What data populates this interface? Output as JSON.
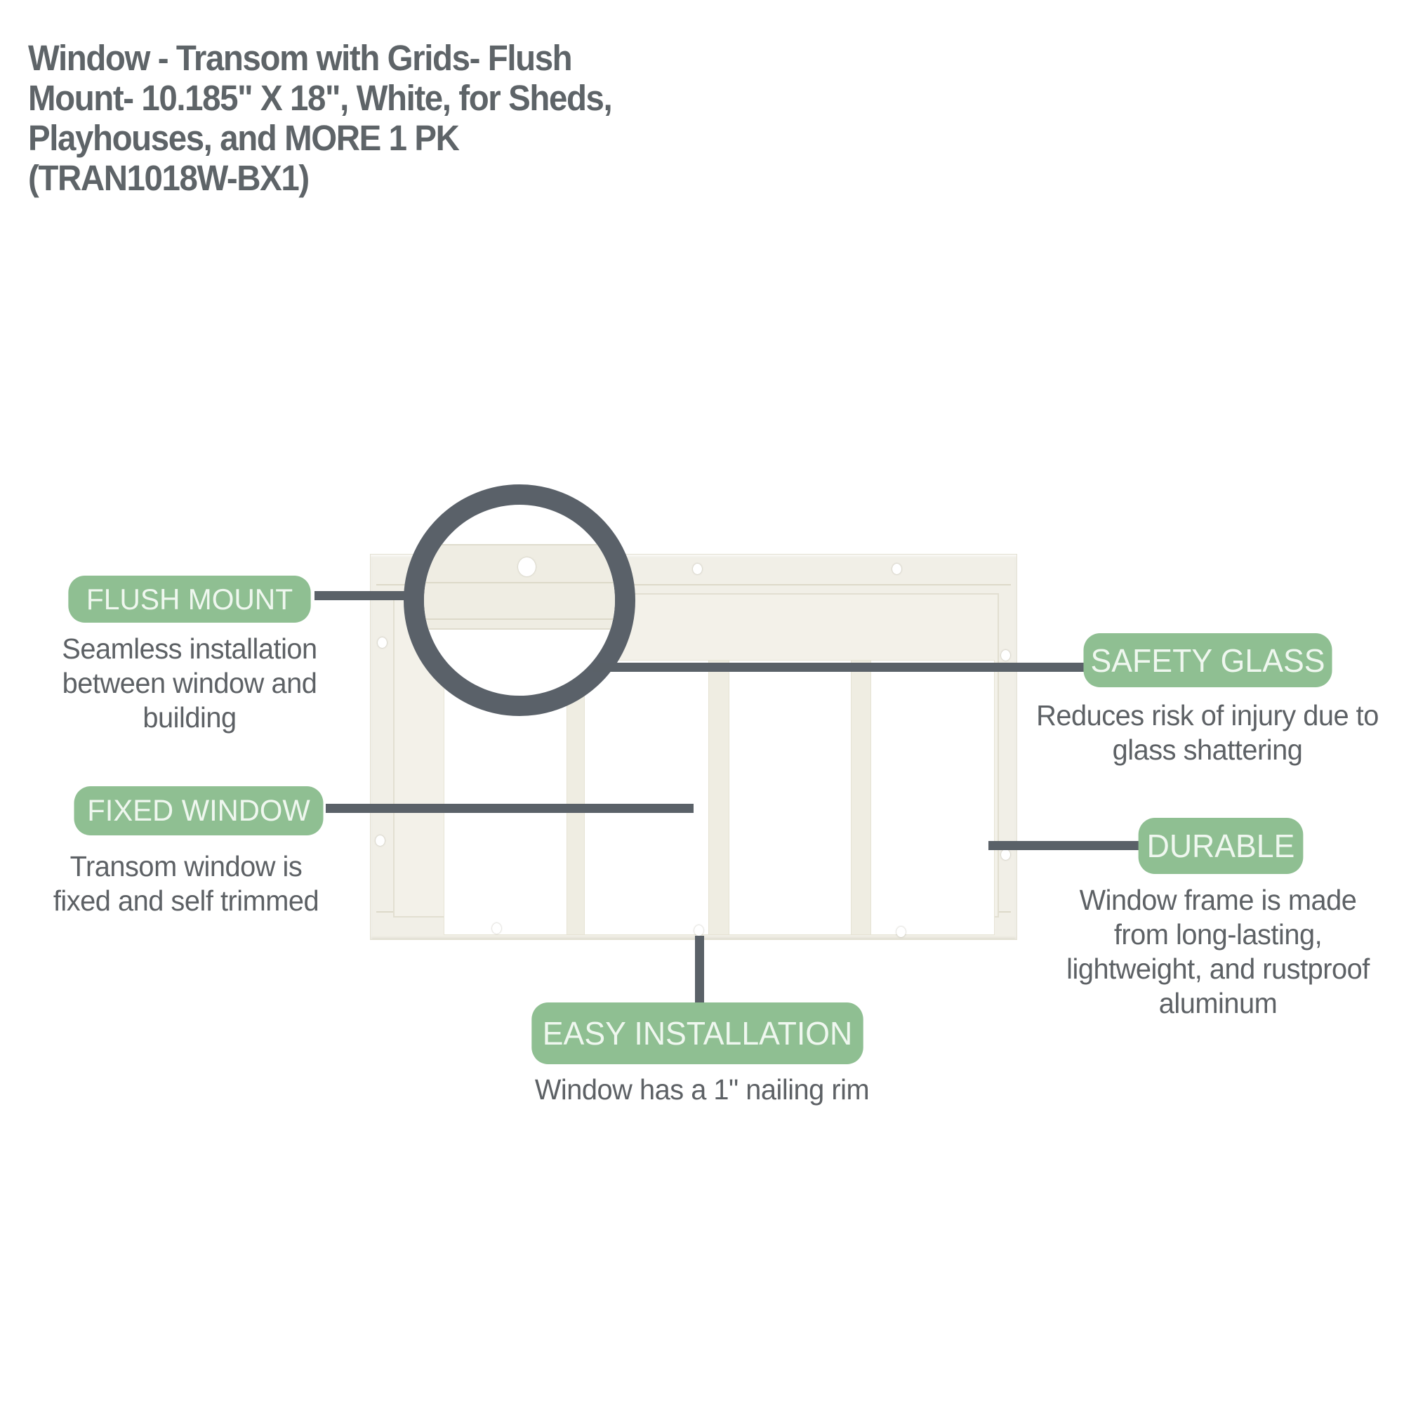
{
  "title": "Window - Transom with Grids- Flush\nMount- 10.185\" X 18\", White, for Sheds,\nPlayhouses, and MORE 1 PK\n(TRAN1018W-BX1)",
  "callouts": {
    "flush_mount": {
      "label": "FLUSH MOUNT",
      "description": "Seamless installation\nbetween window and\nbuilding"
    },
    "fixed_window": {
      "label": "FIXED WINDOW",
      "description": "Transom window is\nfixed and self trimmed"
    },
    "safety_glass": {
      "label": "SAFETY GLASS",
      "description": "Reduces risk of injury due to\nglass shattering"
    },
    "durable": {
      "label": "DURABLE",
      "description": "Window frame is made\nfrom long-lasting,\nlightweight, and rustproof\naluminum"
    },
    "easy_installation": {
      "label": "EASY INSTALLATION",
      "description": "Window has a 1\" nailing rim"
    }
  },
  "diagram": {
    "subject": "white transom window with grids, flush mount nailing rim",
    "glass_pane_count": 4,
    "screw_hole_count": 9
  },
  "colors": {
    "pill_green": "#8fbf92",
    "pill_text": "#eff7ef",
    "connector_gray": "#5a6168",
    "title_gray": "#5e6468",
    "body_text_gray": "#5d6165",
    "window_cream": "#f1efe7",
    "background": "#ffffff"
  }
}
